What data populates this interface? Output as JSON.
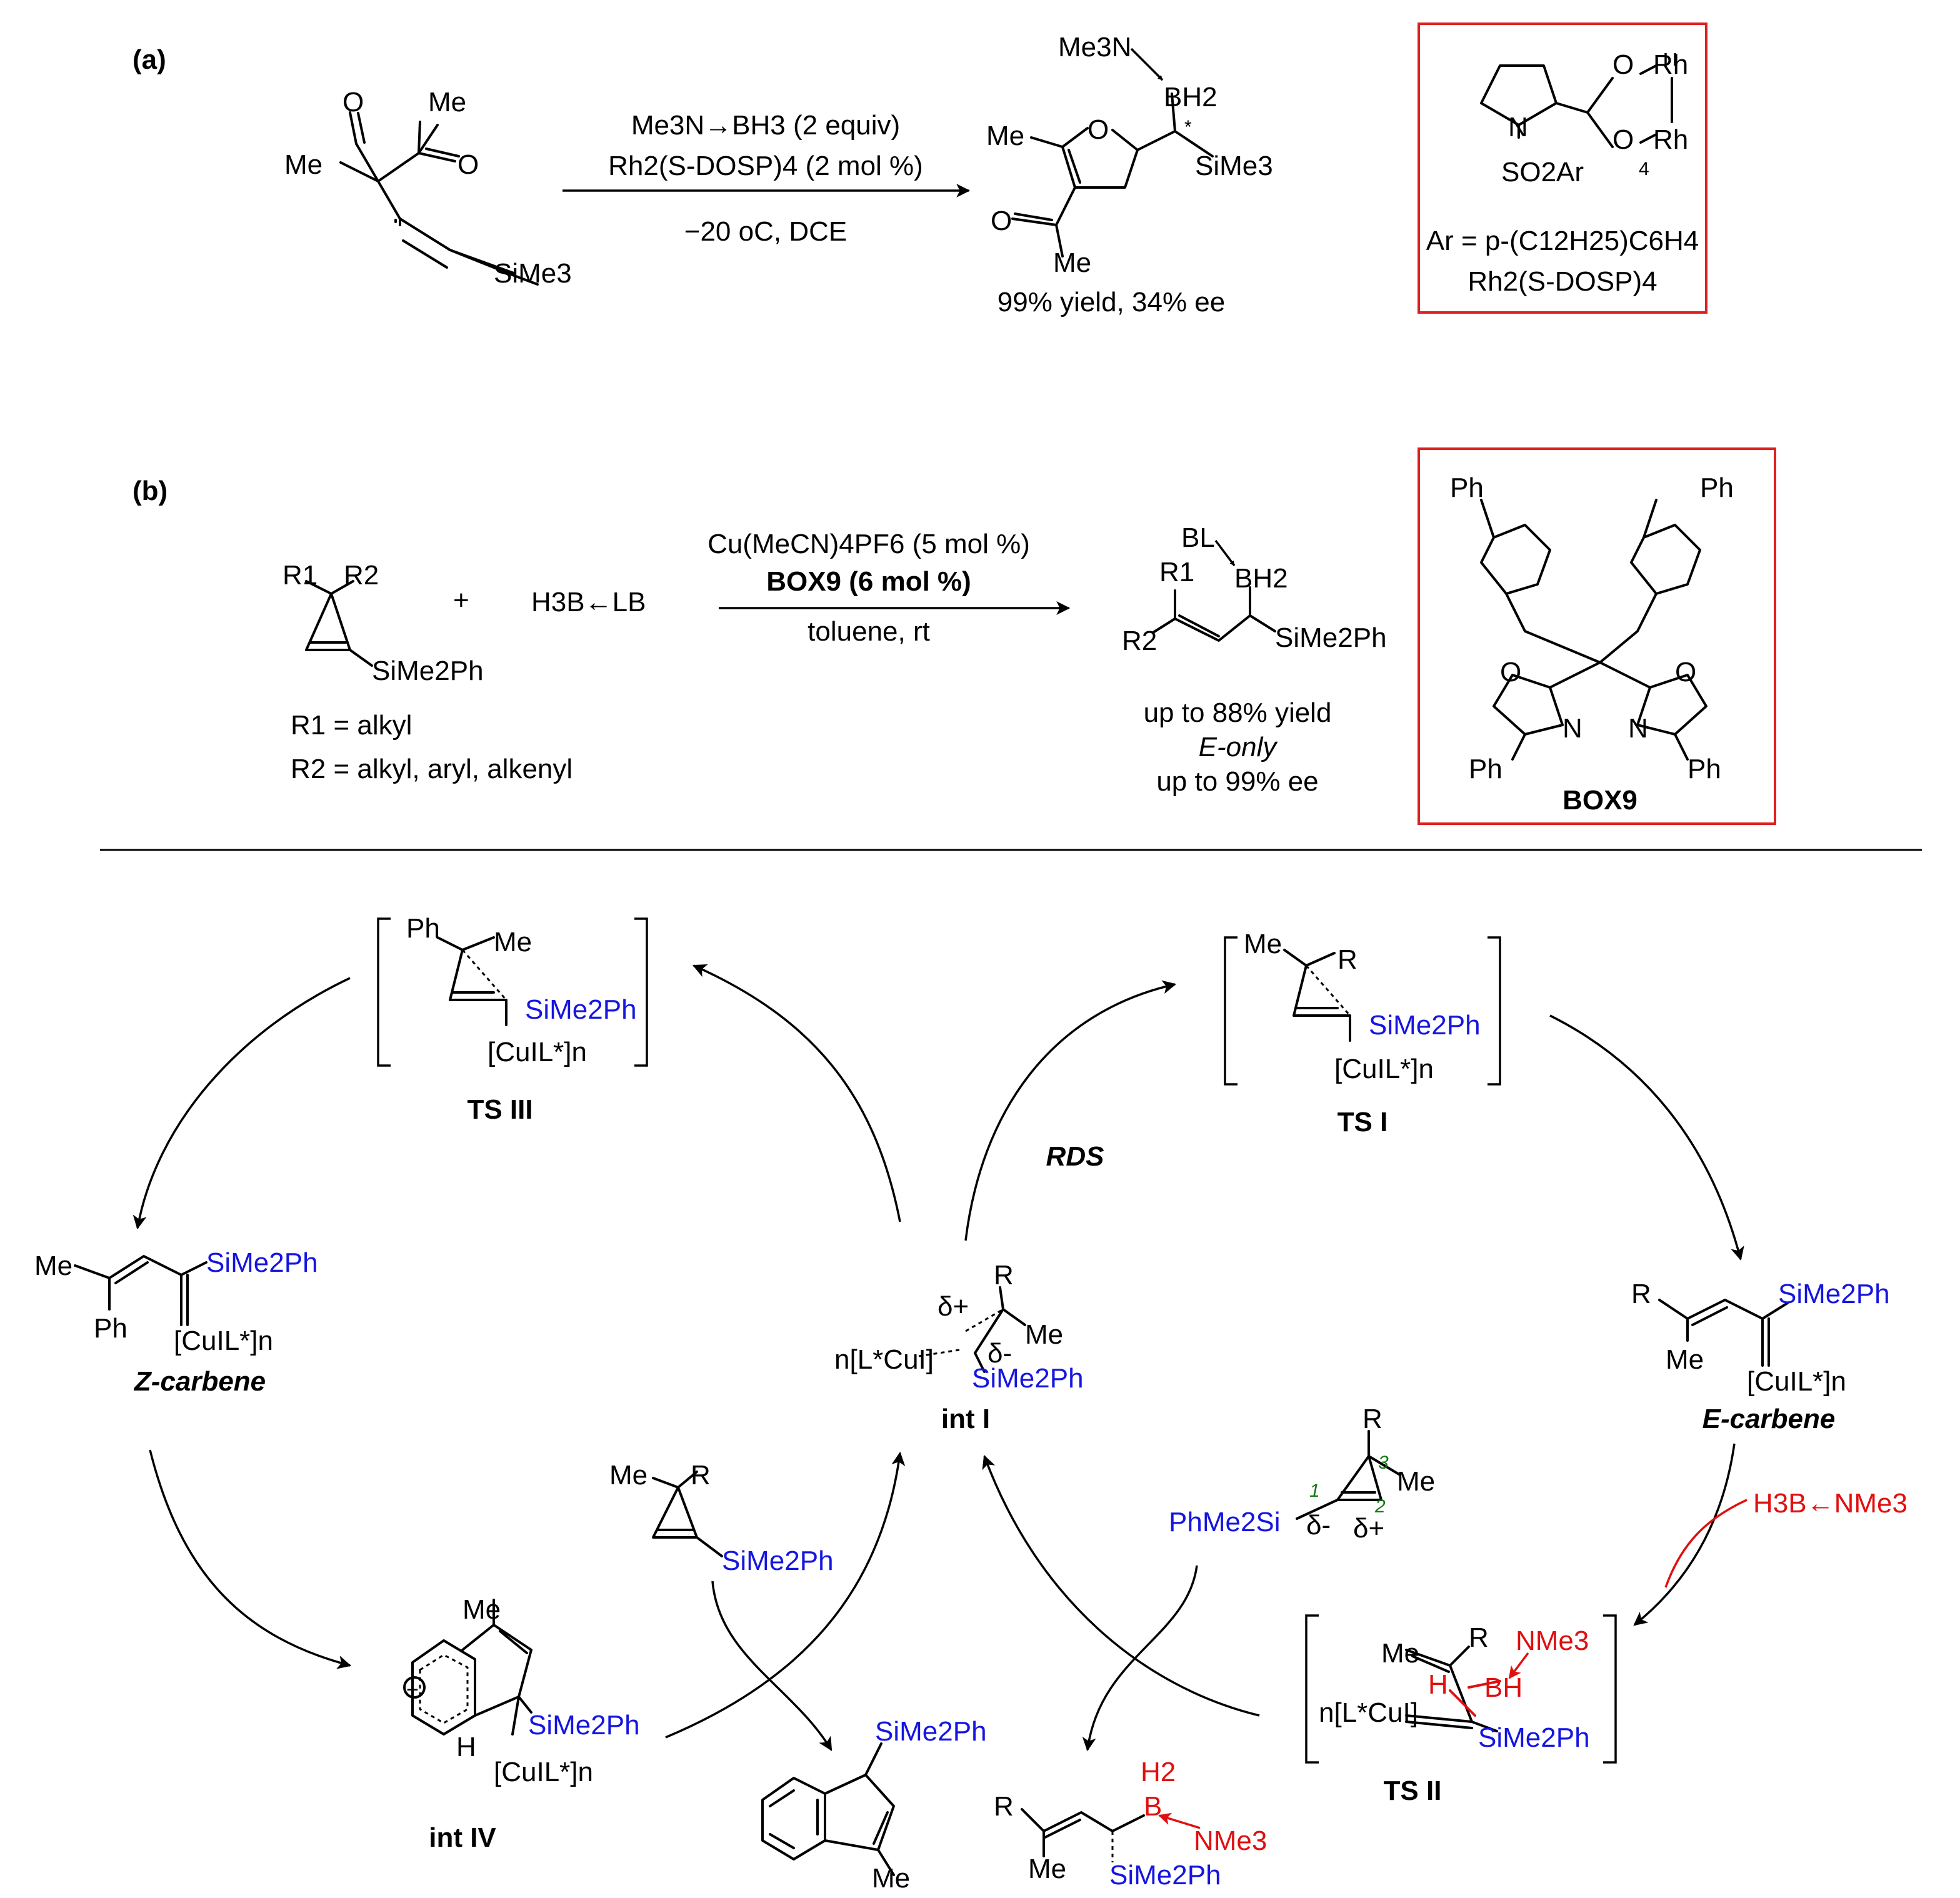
{
  "panel_a": {
    "label": "(a)",
    "reagent_line1": "Me3N→BH3 (2 equiv)",
    "reagent_line2": "Rh2(S-DOSP)4 (2 mol %)",
    "condition": "−20 oC, DCE",
    "sm_me_top": "Me",
    "sm_me_left": "Me",
    "sm_o1": "O",
    "sm_o2": "O",
    "sm_sime3": "SiMe3",
    "prod_me3n": "Me3N",
    "prod_bh2": "BH2",
    "prod_star": "*",
    "prod_me": "Me",
    "prod_o_ring": "O",
    "prod_sime3": "SiMe3",
    "prod_o_acyl": "O",
    "prod_me_acyl": "Me",
    "result": "99% yield, 34% ee",
    "catalyst_box": {
      "o1": "O",
      "o2": "O",
      "rh1": "Rh",
      "rh2": "Rh",
      "n": "N",
      "so2ar": "SO2Ar",
      "sub4": "4",
      "ar_def": "Ar = p-(C12H25)C6H4",
      "name": "Rh2(S-DOSP)4"
    }
  },
  "panel_b": {
    "label": "(b)",
    "sm_r1": "R1",
    "sm_r2": "R2",
    "sm_si": "SiMe2Ph",
    "plus": "+",
    "borane": "H3B←LB",
    "reagent_line1": "Cu(MeCN)4PF6 (5 mol %)",
    "reagent_line2": "BOX9 (6 mol %)",
    "condition": "toluene, rt",
    "r1_def": "R1 = alkyl",
    "r2_def": "R2 = alkyl, aryl, alkenyl",
    "prod_bl": "BL",
    "prod_bh2": "BH2",
    "prod_r1": "R1",
    "prod_r2": "R2",
    "prod_si": "SiMe2Ph",
    "result1": "up to 88% yield",
    "result2": "E-only",
    "result3": "up to 99% ee",
    "box9": {
      "ph_tl": "Ph",
      "ph_tr": "Ph",
      "o1": "O",
      "o2": "O",
      "n1": "N",
      "n2": "N",
      "ph_bl": "Ph",
      "ph_br": "Ph",
      "name": "BOX9"
    }
  },
  "cycle": {
    "ts3": {
      "ph": "Ph",
      "me": "Me",
      "si": "SiMe2Ph",
      "cu": "[CuIL*]n",
      "label": "TS III"
    },
    "ts1": {
      "me": "Me",
      "r": "R",
      "si": "SiMe2Ph",
      "cu": "[CuIL*]n",
      "label": "TS I"
    },
    "rds": "RDS",
    "z_carbene": {
      "me": "Me",
      "ph": "Ph",
      "si": "SiMe2Ph",
      "cu": "[CuIL*]n",
      "label": "Z-carbene"
    },
    "e_carbene": {
      "r": "R",
      "me": "Me",
      "si": "SiMe2Ph",
      "cu": "[CuIL*]n",
      "label": "E-carbene"
    },
    "int1": {
      "r": "R",
      "dplus": "δ+",
      "dminus": "δ-",
      "me": "Me",
      "cu": "n[L*CuI]",
      "si": "SiMe2Ph",
      "label": "int I"
    },
    "sub_left": {
      "me": "Me",
      "r": "R",
      "si": "SiMe2Ph"
    },
    "sub_right": {
      "r": "R",
      "n3": "3",
      "me": "Me",
      "n1": "1",
      "n2": "2",
      "si": "PhMe2Si",
      "dminus": "δ-",
      "dplus": "δ+"
    },
    "borane": "H3B←NMe3",
    "int4": {
      "me": "Me",
      "plus": "+",
      "h": "H",
      "si": "SiMe2Ph",
      "cu": "[CuIL*]n",
      "label": "int IV"
    },
    "indene": {
      "si": "SiMe2Ph",
      "me": "Me"
    },
    "product": {
      "r": "R",
      "h2": "H2",
      "b": "B",
      "nme3": "NMe3",
      "me": "Me",
      "si": "SiMe2Ph"
    },
    "ts2": {
      "me": "Me",
      "r": "R",
      "nme3": "NMe3",
      "h": "H",
      "bh": "BH",
      "cu": "n[L*CuI]",
      "si": "SiMe2Ph",
      "label": "TS II"
    }
  }
}
